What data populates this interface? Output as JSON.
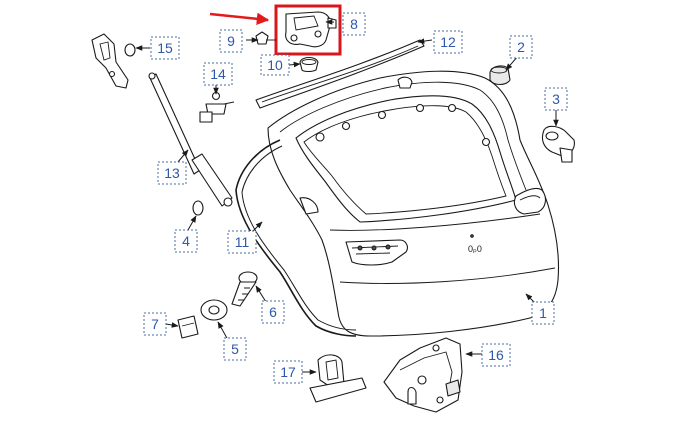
{
  "colors": {
    "callout_text": "#2f58a8",
    "callout_border": "#4a6fa5",
    "highlight": "#d9161c",
    "arrow": "#e31b1b",
    "line_art": "#1a1a1a"
  },
  "callouts": [
    {
      "id": "1",
      "label": "1"
    },
    {
      "id": "2",
      "label": "2"
    },
    {
      "id": "3",
      "label": "3"
    },
    {
      "id": "4",
      "label": "4"
    },
    {
      "id": "5",
      "label": "5"
    },
    {
      "id": "6",
      "label": "6"
    },
    {
      "id": "7",
      "label": "7"
    },
    {
      "id": "8",
      "label": "8"
    },
    {
      "id": "9",
      "label": "9"
    },
    {
      "id": "10",
      "label": "10"
    },
    {
      "id": "11",
      "label": "11"
    },
    {
      "id": "12",
      "label": "12"
    },
    {
      "id": "13",
      "label": "13"
    },
    {
      "id": "14",
      "label": "14"
    },
    {
      "id": "15",
      "label": "15"
    },
    {
      "id": "16",
      "label": "16"
    },
    {
      "id": "17",
      "label": "17"
    }
  ],
  "highlighted_part": "8",
  "emblem_mark": "0ₚ0"
}
